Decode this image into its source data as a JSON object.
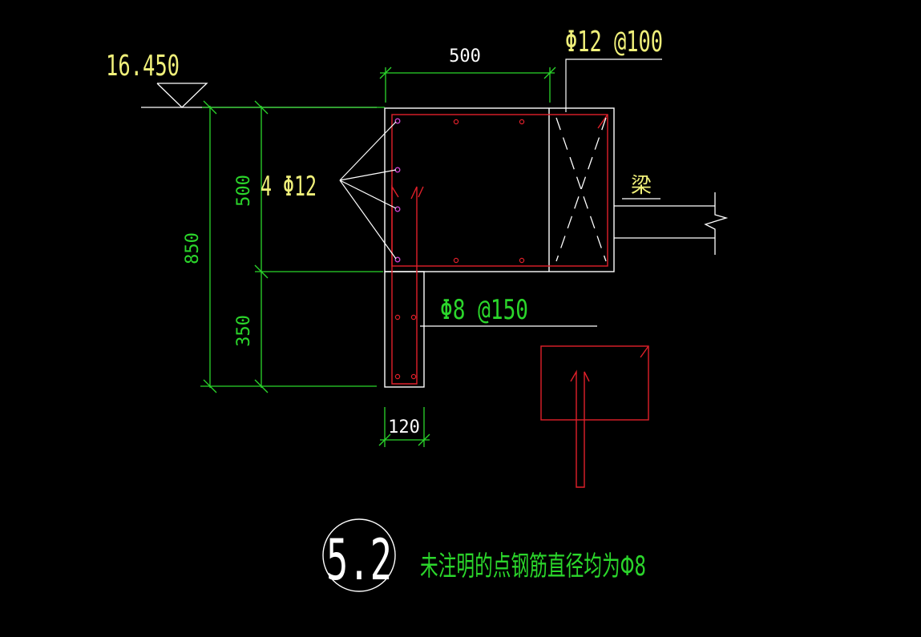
{
  "labels": {
    "elevation": "16.450",
    "top_rebar_callout": "Φ12 @100",
    "width_dim": "500",
    "side_rebar_callout": "4 Φ12",
    "beam_label": "梁",
    "height_total": "850",
    "height_upper": "500",
    "height_lower": "350",
    "stirrup_callout": "Φ8 @150",
    "wall_width_dim": "120",
    "detail_number": "5.2",
    "note": "未注明的点钢筋直径均为Φ8"
  },
  "colors": {
    "background": "#000000",
    "outline": "#ffffff",
    "dimension": "#2bd62b",
    "rebar": "#e0202a",
    "rebar_dot_magenta": "#cc44cc",
    "text_yellow": "#f0f07a",
    "text_green": "#2bd62b"
  }
}
